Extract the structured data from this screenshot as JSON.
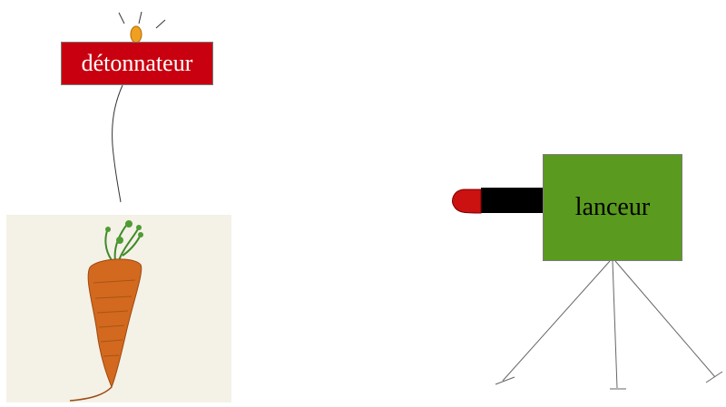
{
  "detonator": {
    "label": "détonnateur"
  },
  "launcher": {
    "label": "lanceur"
  },
  "colors": {
    "detonator_fill": "#c8000f",
    "launcher_fill": "#5a9a1e",
    "barrel": "#000000",
    "projectile": "#cc1111",
    "flame": "#f0a020",
    "carrot": "#d2691e",
    "carrot_leaves": "#3f8a2a"
  },
  "icons": [
    "spark-icon",
    "carrot-image",
    "tripod-icon",
    "projectile-icon"
  ]
}
